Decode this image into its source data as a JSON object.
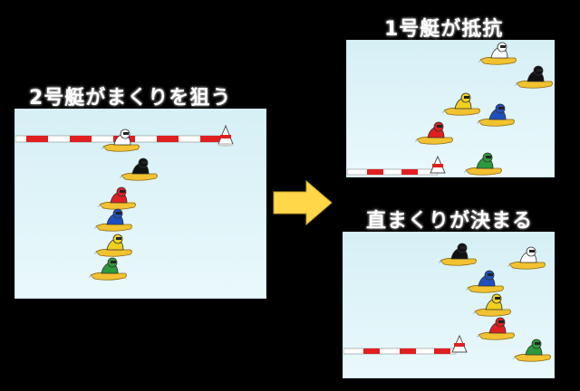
{
  "left_panel": {
    "caption": "2号艇がまくりを狙う"
  },
  "right_top_panel": {
    "caption": "1号艇が抵抗"
  },
  "right_bottom_panel": {
    "caption": "直まくりが決まる"
  },
  "colors": {
    "boat_1": "#ffffff",
    "boat_2": "#111111",
    "boat_3": "#e02020",
    "boat_4": "#1f4fbf",
    "boat_5": "#f0d020",
    "boat_6": "#2a9a3a",
    "hull": "#f2c230",
    "arrow": "#ffd84a"
  }
}
